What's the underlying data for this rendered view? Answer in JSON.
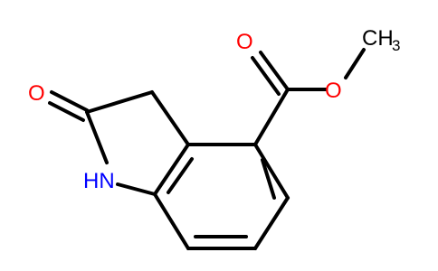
{
  "molecule": {
    "atoms": {
      "carbonyl_oxygen": "O",
      "ester_carbonyl_oxygen": "O",
      "ester_ether_oxygen": "O",
      "nitrogen": "HN",
      "methyl_main": "CH",
      "methyl_subscript": "3"
    }
  },
  "colors": {
    "oxygen": "#ff0000",
    "nitrogen": "#0000ff",
    "carbon": "#000000",
    "bond": "#000000"
  }
}
